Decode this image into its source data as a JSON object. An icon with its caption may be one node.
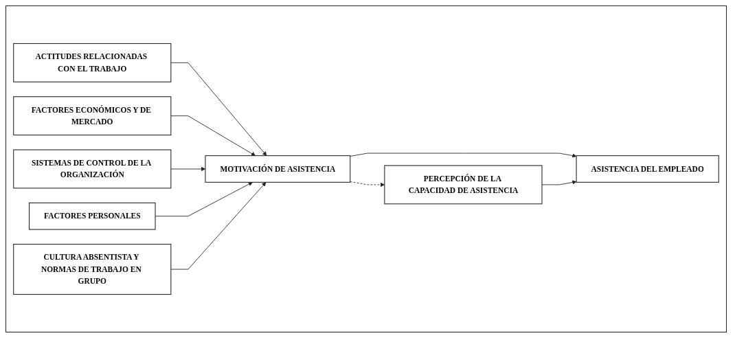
{
  "diagram": {
    "nodes": [
      {
        "text": [
          "ACTITUDES RELACIONADAS CON EL TRABAJO"
        ]
      },
      {
        "text": [
          "FACTORES ECONÓMICOS Y DE MERCADO"
        ]
      },
      {
        "text": [
          "SISTEMAS DE CONTROL DE LA ORGANIZACIÓN"
        ]
      },
      {
        "text": [
          "FACTORES PERSONALES"
        ]
      },
      {
        "text": [
          "CULTURA ABSENTISTA Y NORMAS DE TRABAJO EN GRUPO"
        ]
      },
      {
        "text": [
          "MOTIVACIÓN DE ASISTENCIA"
        ]
      },
      {
        "text": [
          "PERCEPCIÓN DE LA CAPACIDAD DE ASISTENCIA"
        ]
      },
      {
        "text": [
          "ASISTENCIA DEL EMPLEADO"
        ]
      }
    ],
    "edges": [
      {
        "from": 0,
        "to": 5,
        "arrow": "to"
      },
      {
        "from": 1,
        "to": 5,
        "arrow": "to"
      },
      {
        "from": 2,
        "to": 5,
        "arrow": "to"
      },
      {
        "from": 3,
        "to": 5,
        "arrow": "to"
      },
      {
        "from": 4,
        "to": 5,
        "arrow": "to"
      },
      {
        "from": 5,
        "to": 6,
        "arrow": "to",
        "style": "dashed"
      },
      {
        "from": 5,
        "to": 7,
        "arrow": "to"
      },
      {
        "from": 6,
        "to": 7,
        "arrow": "to"
      }
    ]
  }
}
